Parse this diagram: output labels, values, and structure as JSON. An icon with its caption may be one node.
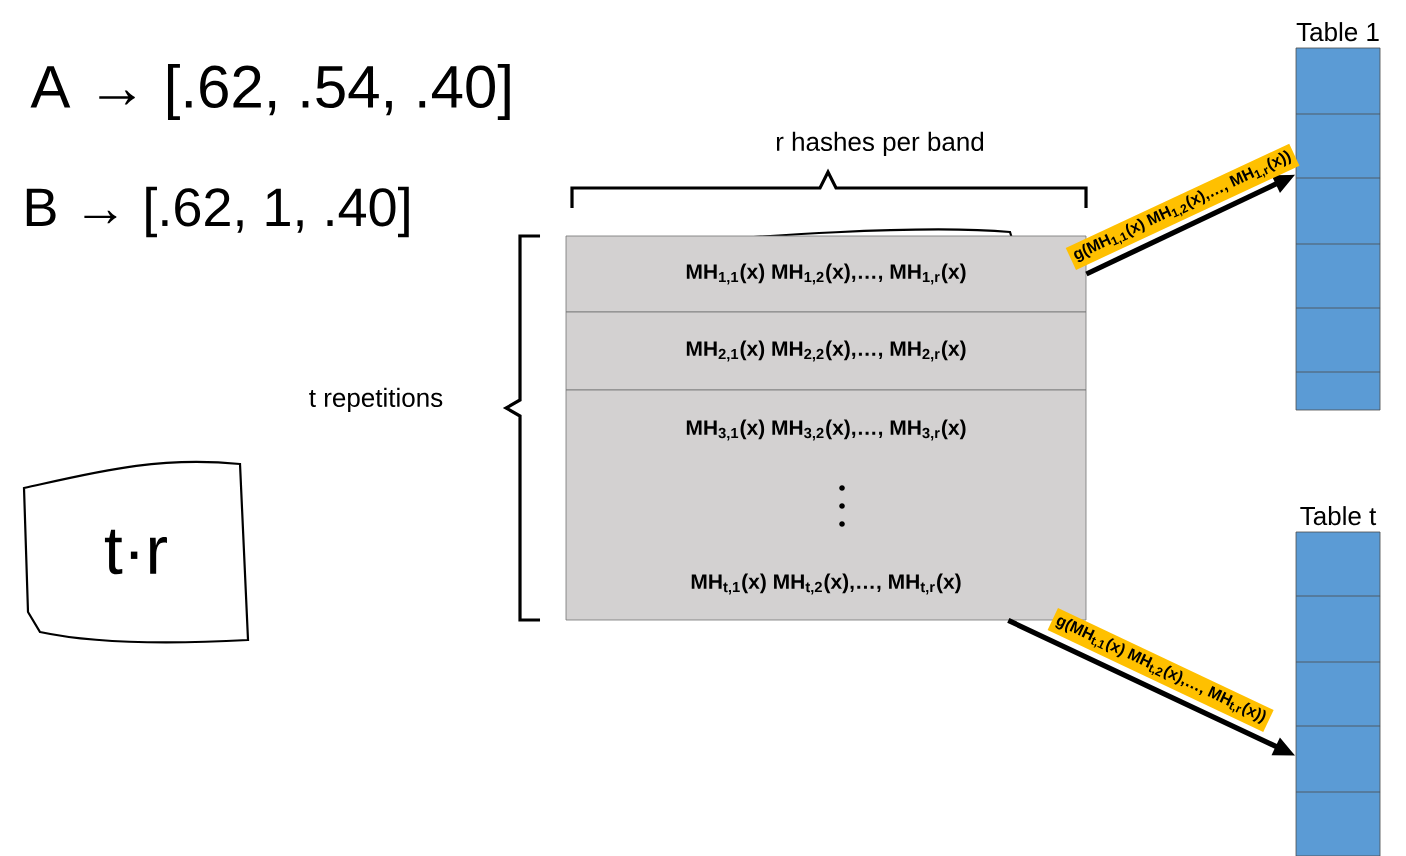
{
  "diagram": {
    "nodes": [
      {
        "text": [
          "MH$_{1,1}$(x) MH$_{1,2}$(x),…, MH$_{1,r}$(x)"
        ]
      },
      {
        "text": [
          "MH$_{2,1}$(x) MH$_{2,2}$(x),…, MH$_{2,r}$(x)"
        ]
      },
      {
        "text": [
          "MH$_{3,1}$(x) MH$_{3,2}$(x),…, MH$_{3,r}$(x)",
          "MH$_{t,1}$(x) MH$_{t,2}$(x),…, MH$_{t,r}$(x)"
        ]
      },
      {
        "text": [
          "Table 1"
        ]
      },
      {
        "text": [
          "Table t"
        ]
      },
      {
        "text": [
          "t·r"
        ]
      }
    ],
    "edges": [
      {
        "from": 0,
        "to": 3,
        "arrow": "to",
        "label": "g(MH$_{1,1}$(x) MH$_{1,2}$(x),…, MH$_{1,r}$(x))"
      },
      {
        "from": 2,
        "to": 4,
        "arrow": "to",
        "label": "g(MH$_{t,1}$(x) MH$_{t,2}$(x),…, MH$_{t,r}$(x))"
      }
    ],
    "labels": [
      "A → [.62, .54, .40]",
      "B → [.62, 1, .40]",
      "r hashes per band",
      "t repetitions"
    ]
  }
}
